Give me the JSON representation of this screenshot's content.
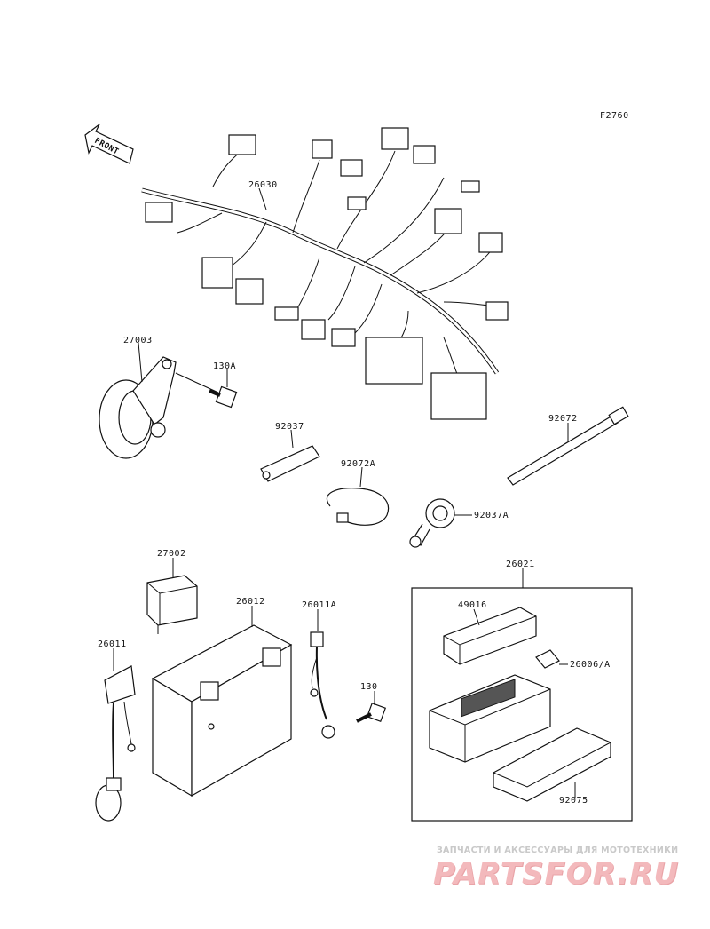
{
  "figure_code": "F2760",
  "front_label": "FRONT",
  "labels": {
    "harness": "26030",
    "horn": "27003",
    "horn_bolt": "130A",
    "clamp_plate": "92037",
    "band_long": "92072",
    "band_short": "92072A",
    "clamp_ring": "92037A",
    "relay": "27002",
    "battery": "26012",
    "battery_lead": "26011A",
    "lead_bolt": "130",
    "ignition_lead": "26011",
    "fuse_box_assy": "26021",
    "fuse_cover": "49016",
    "fuse": "26006/A",
    "fuse_holder": "92075"
  },
  "watermark": {
    "tagline": "ЗАПЧАСТИ И АКСЕССУАРЫ ДЛЯ МОТОТЕХНИКИ",
    "logo": "PARTSFOR.RU"
  }
}
